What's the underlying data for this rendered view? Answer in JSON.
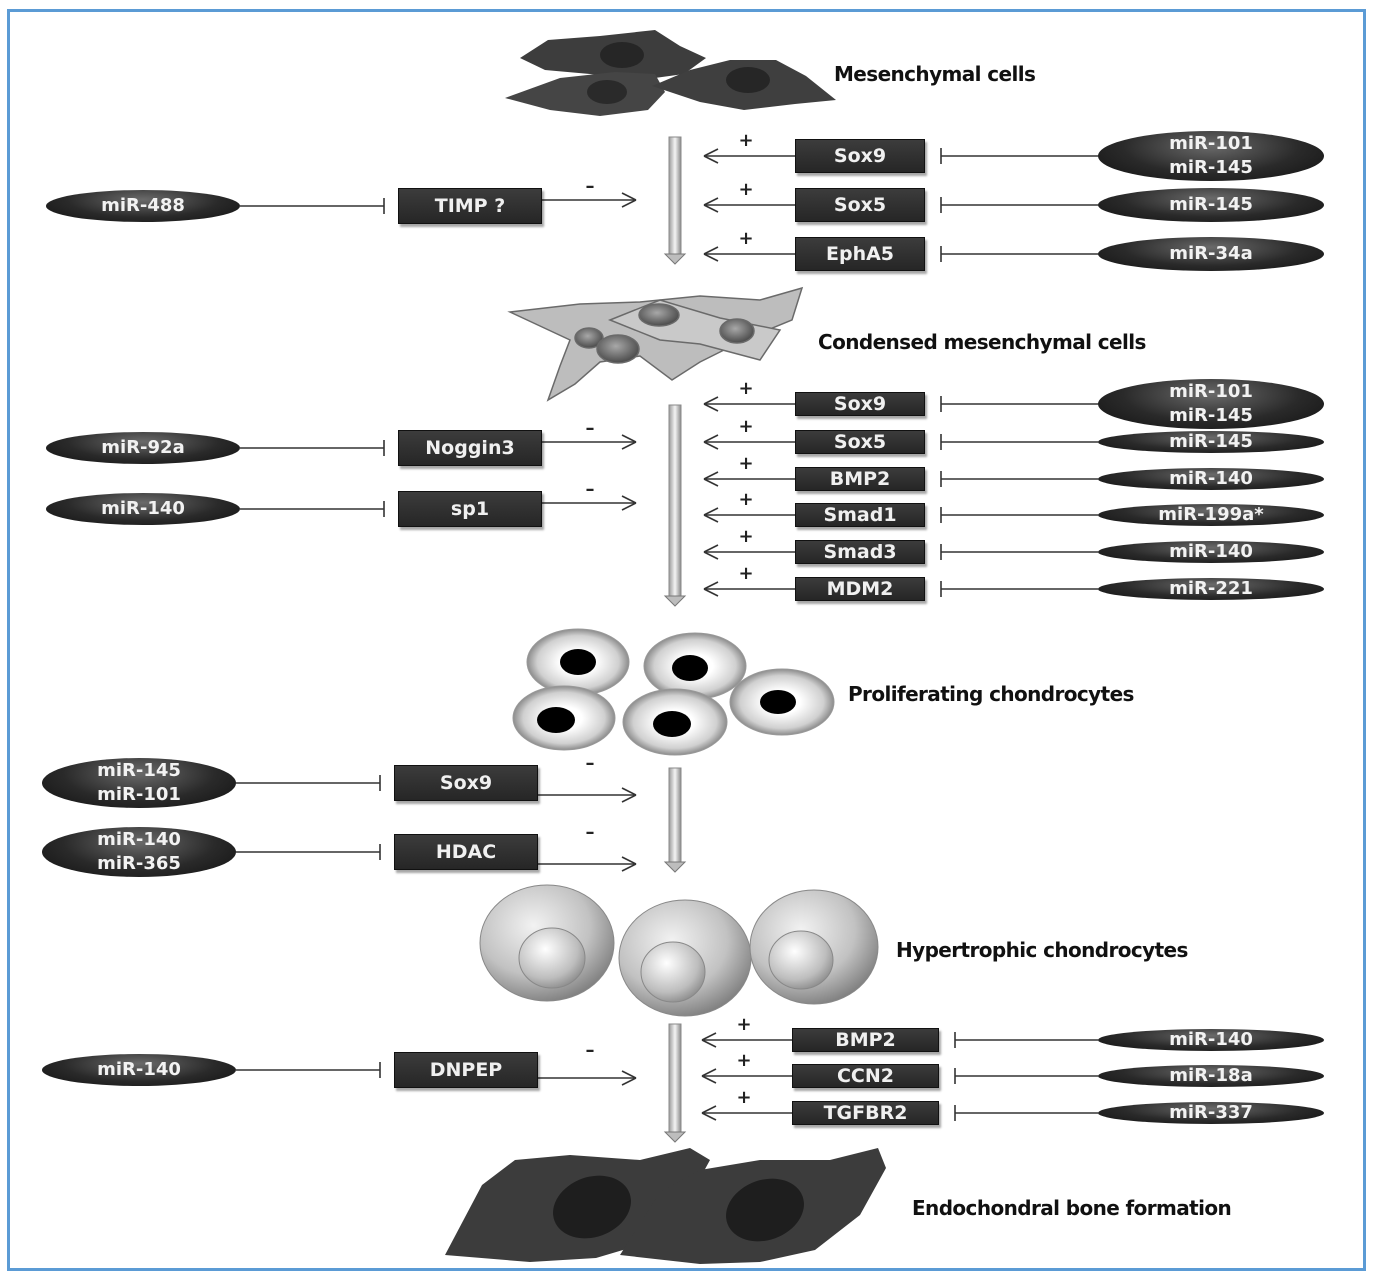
{
  "stages": {
    "mesenchymal": "Mesenchymal cells",
    "condensed": "Condensed mesenchymal cells",
    "proliferating": "Proliferating chondrocytes",
    "hypertrophic": "Hypertrophic chondrocytes",
    "bone": "Endochondral bone formation"
  },
  "signs": {
    "plus": "+",
    "minus": "–"
  },
  "section1": {
    "left": [
      {
        "mirna": [
          "miR-488"
        ],
        "target": "TIMP ?"
      }
    ],
    "right": [
      {
        "gene": "Sox9",
        "mirna": [
          "miR-101",
          "miR-145"
        ]
      },
      {
        "gene": "Sox5",
        "mirna": [
          "miR-145"
        ]
      },
      {
        "gene": "EphA5",
        "mirna": [
          "miR-34a"
        ]
      }
    ]
  },
  "section2": {
    "left": [
      {
        "mirna": [
          "miR-92a"
        ],
        "target": "Noggin3"
      },
      {
        "mirna": [
          "miR-140"
        ],
        "target": "sp1"
      }
    ],
    "right": [
      {
        "gene": "Sox9",
        "mirna": [
          "miR-101",
          "miR-145"
        ]
      },
      {
        "gene": "Sox5",
        "mirna": [
          "miR-145"
        ]
      },
      {
        "gene": "BMP2",
        "mirna": [
          "miR-140"
        ]
      },
      {
        "gene": "Smad1",
        "mirna": [
          "miR-199a*"
        ]
      },
      {
        "gene": "Smad3",
        "mirna": [
          "miR-140"
        ]
      },
      {
        "gene": "MDM2",
        "mirna": [
          "miR-221"
        ]
      }
    ]
  },
  "section3": {
    "left": [
      {
        "mirna": [
          "miR-145",
          "miR-101"
        ],
        "target": "Sox9"
      },
      {
        "mirna": [
          "miR-140",
          "miR-365"
        ],
        "target": "HDAC"
      }
    ]
  },
  "section4": {
    "left": [
      {
        "mirna": [
          "miR-140"
        ],
        "target": "DNPEP"
      }
    ],
    "right": [
      {
        "gene": "BMP2",
        "mirna": [
          "miR-140"
        ]
      },
      {
        "gene": "CCN2",
        "mirna": [
          "miR-18a"
        ]
      },
      {
        "gene": "TGFBR2",
        "mirna": [
          "miR-337"
        ]
      }
    ]
  }
}
